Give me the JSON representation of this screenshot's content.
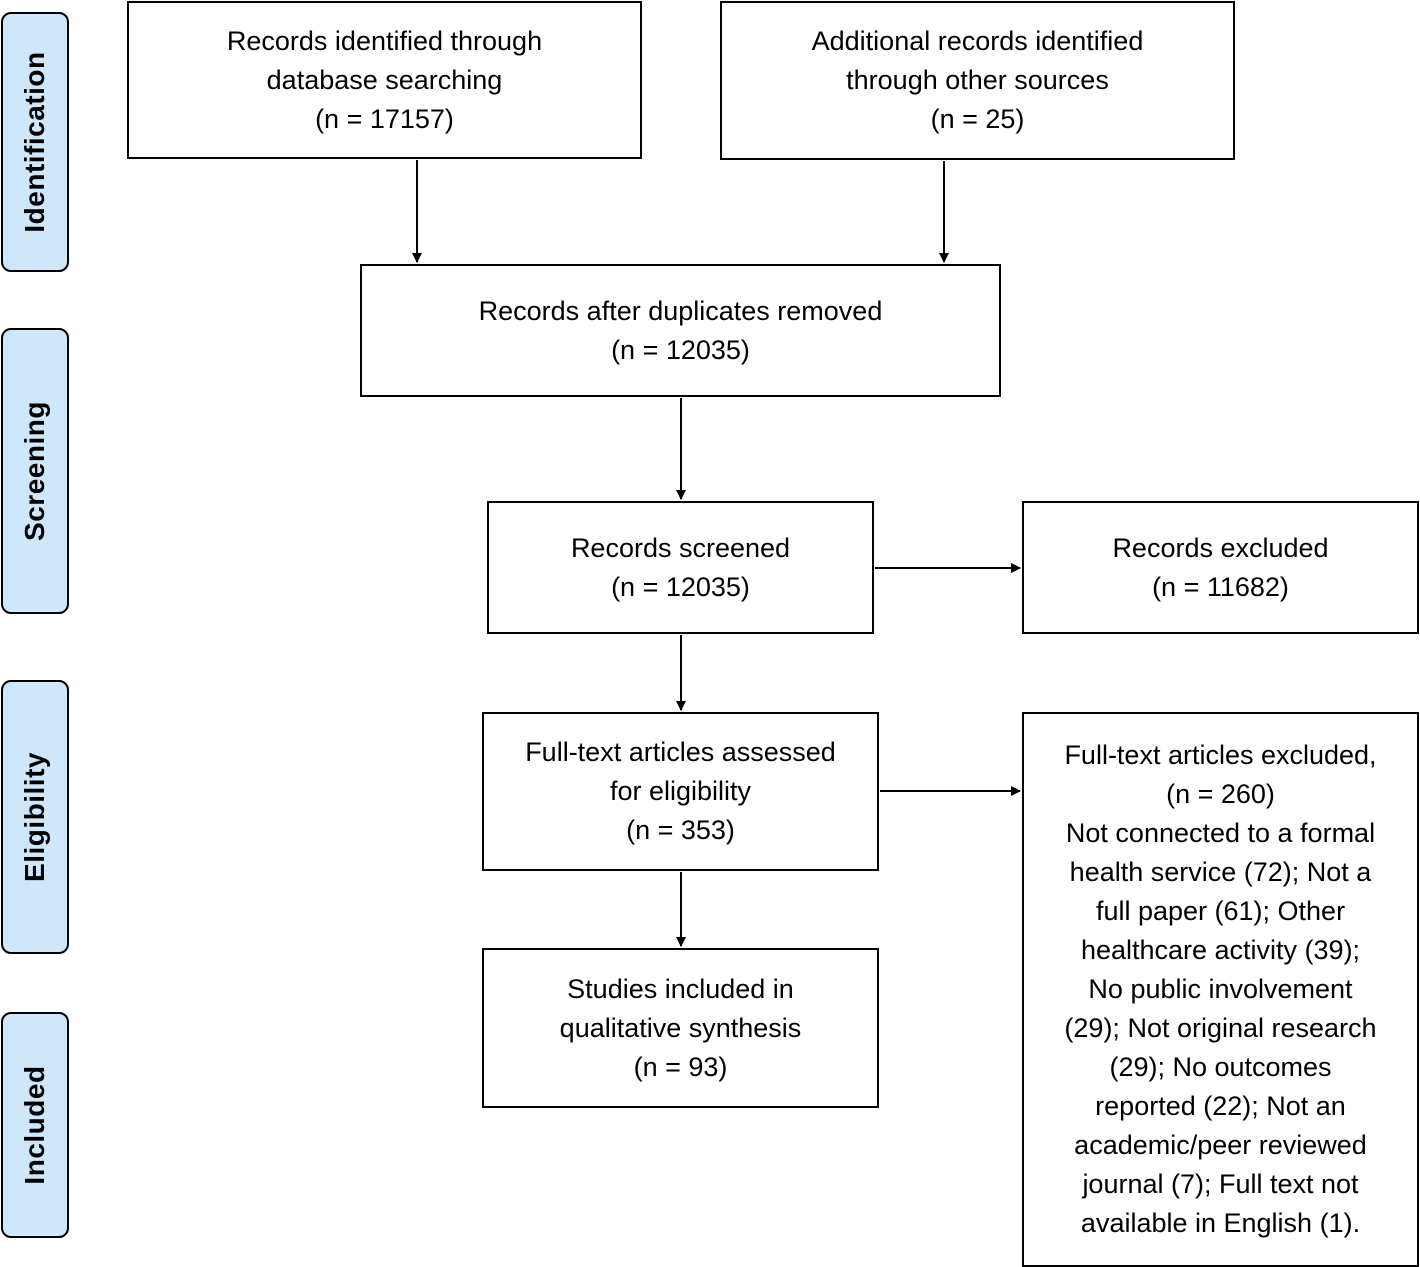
{
  "stages": [
    {
      "id": "identification",
      "label": "Identification"
    },
    {
      "id": "screening",
      "label": "Screening"
    },
    {
      "id": "eligibility",
      "label": "Eligibility"
    },
    {
      "id": "included",
      "label": "Included"
    }
  ],
  "boxes": {
    "database_search": {
      "lines": [
        "Records identified through",
        "database searching",
        "(n = 17157)"
      ]
    },
    "other_sources": {
      "lines": [
        "Additional records identified",
        "through other sources",
        "(n = 25)"
      ]
    },
    "duplicates_removed": {
      "lines": [
        "Records after duplicates removed",
        "(n = 12035)"
      ]
    },
    "screened": {
      "lines": [
        "Records screened",
        "(n = 12035)"
      ]
    },
    "excluded": {
      "lines": [
        "Records excluded",
        "(n = 11682)"
      ]
    },
    "fulltext_assessed": {
      "lines": [
        "Full-text articles assessed",
        "for eligibility",
        "(n = 353)"
      ]
    },
    "fulltext_excluded": {
      "lines": [
        "Full-text articles excluded,",
        "(n = 260)",
        "Not connected to a formal",
        "health service (72); Not a",
        "full paper (61); Other",
        "healthcare activity (39);",
        "No public involvement",
        "(29); Not original research",
        "(29); No outcomes",
        "reported (22); Not an",
        "academic/peer reviewed",
        "journal (7); Full text not",
        "available in English (1)."
      ]
    },
    "included": {
      "lines": [
        "Studies included in",
        "qualitative synthesis",
        "(n = 93)"
      ]
    }
  }
}
